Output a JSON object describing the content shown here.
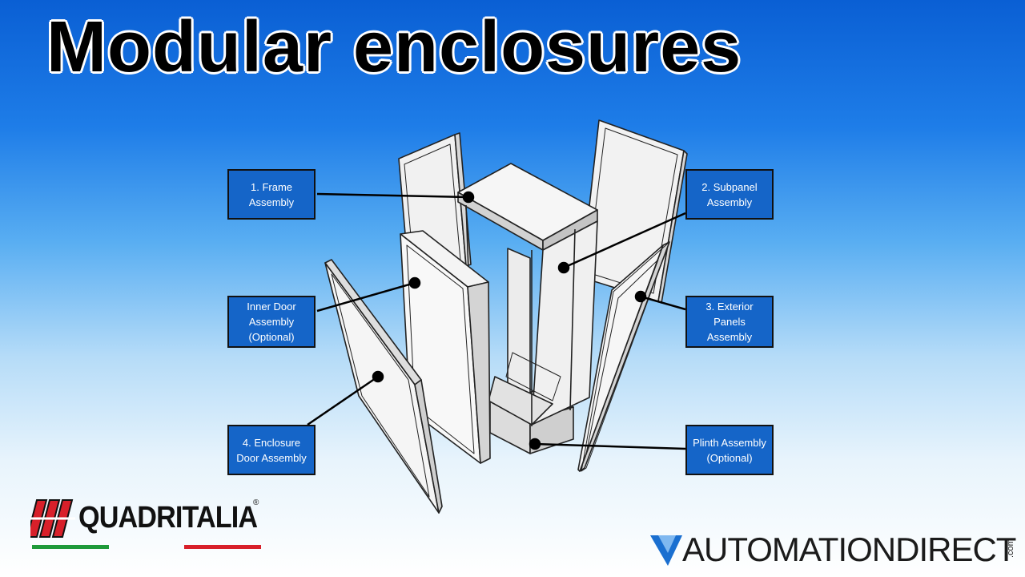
{
  "title": "Modular enclosures",
  "callouts": {
    "frame": [
      "1. Frame",
      "Assembly"
    ],
    "subpanel": [
      "2. Subpanel",
      "Assembly"
    ],
    "inner_door": [
      "Inner Door",
      "Assembly",
      "(Optional)"
    ],
    "exterior": [
      "3. Exterior",
      "Panels",
      "Assembly"
    ],
    "enclosure_door": [
      "4. Enclosure",
      "Door Assembly"
    ],
    "plinth": [
      "Plinth Assembly",
      "(Optional)"
    ]
  },
  "logos": {
    "quadritalia": "QUADRITALIA",
    "registered": "®",
    "automationdirect": "AUTOMATIONDIRECT",
    "com": ".com"
  },
  "colors": {
    "callout_bg": "#1565c8",
    "italy_green": "#1e9a3a",
    "italy_red": "#d8202a",
    "ad_blue": "#1a6fd0"
  }
}
